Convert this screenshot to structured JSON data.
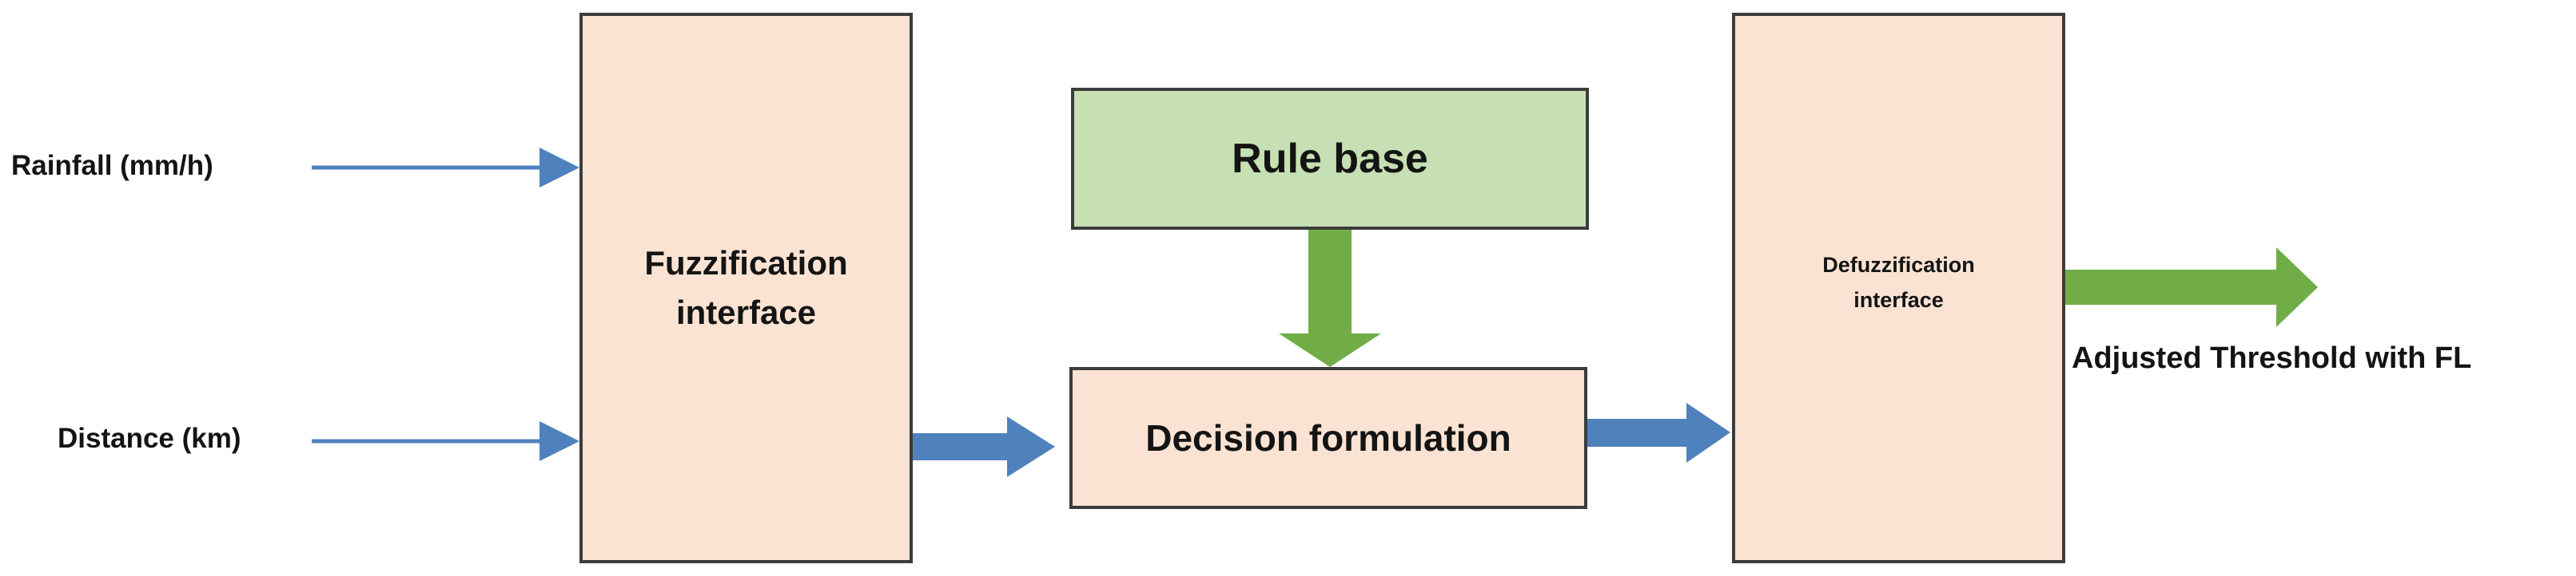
{
  "inputs": {
    "rainfall": "Rainfall (mm/h)",
    "distance": "Distance (km)"
  },
  "blocks": {
    "fuzzification": "Fuzzification interface",
    "rule_base": "Rule base",
    "decision": "Decision formulation",
    "defuzzification": "Defuzzification interface"
  },
  "output": {
    "label": "Adjusted Threshold with FL"
  },
  "colors": {
    "peach_fill": "#fbe3d3",
    "green_fill": "#c6e0b4",
    "blue_arrow": "#4f81bd",
    "green_arrow": "#70ad47"
  }
}
